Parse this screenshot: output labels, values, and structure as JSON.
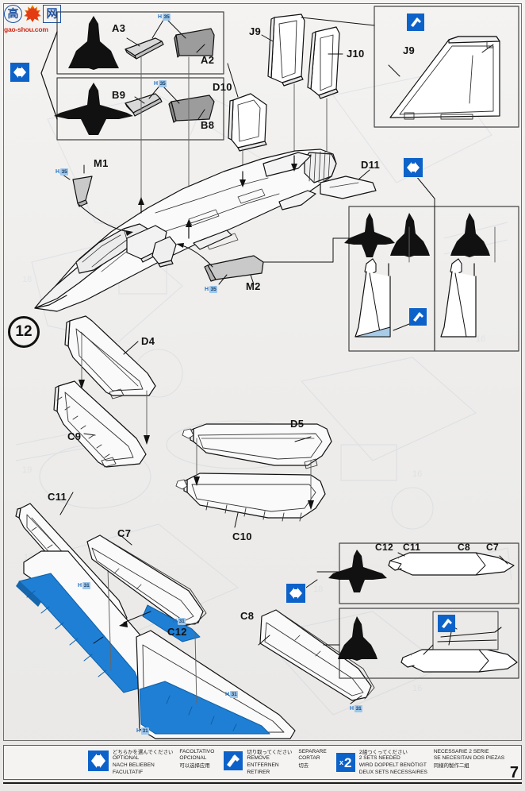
{
  "sheet": {
    "step_number": "12",
    "page_number": "7"
  },
  "watermark": {
    "char1": "高",
    "char2": "网",
    "url": "gao-shou.com"
  },
  "parts": {
    "a3": "A3",
    "a2": "A2",
    "b9": "B9",
    "b8": "B8",
    "j9_left": "J9",
    "j10": "J10",
    "j9_box": "J9",
    "d10": "D10",
    "d11": "D11",
    "m1": "M1",
    "m2": "M2",
    "d4": "D4",
    "c9": "C9",
    "d5": "D5",
    "c10": "C10",
    "c11_left": "C11",
    "c7": "C7",
    "c12": "C12",
    "c8": "C8",
    "box_c12": "C12",
    "box_c11": "C11",
    "box_c8": "C8",
    "box_c7": "C7"
  },
  "color_callouts": [
    {
      "id": "h35-a3",
      "prefix": "H",
      "num": "35"
    },
    {
      "id": "h35-b9",
      "prefix": "H",
      "num": "35"
    },
    {
      "id": "h35-m1",
      "prefix": "H",
      "num": "35"
    },
    {
      "id": "h35-m2",
      "prefix": "H",
      "num": "35"
    },
    {
      "id": "h31-c11",
      "prefix": "H",
      "num": "31"
    },
    {
      "id": "h31-c7a",
      "prefix": "H",
      "num": "31"
    },
    {
      "id": "h31-c7b",
      "prefix": "H",
      "num": "31"
    },
    {
      "id": "h31-c12",
      "prefix": "H",
      "num": "31"
    },
    {
      "id": "h31-c8",
      "prefix": "H",
      "num": "31"
    }
  ],
  "legend": {
    "optional": {
      "icon": "optional-double-arrow-icon",
      "col1_jp": "どちらかを選んでください",
      "col1_en": "OPTIONAL",
      "col1_de": "NACH BELIEBEN",
      "col1_fr": "FACULTATIF",
      "col2_it": "FACOLTATIVO",
      "col2_es": "OPCIONAL",
      "col2_zh": "可以选择应用"
    },
    "remove": {
      "icon": "cut-remove-icon",
      "col1_jp": "切り取ってください",
      "col1_en": "REMOVE",
      "col1_de": "ENTFERNEN",
      "col1_fr": "RETIRER",
      "col2_it": "SEPARARE",
      "col2_es": "CORTAR",
      "col2_zh": "切去"
    },
    "sets": {
      "icon": "x2-badge-icon",
      "badge_x": "x",
      "badge_n": "2",
      "col1_jp": "2組つくってください",
      "col1_en": "2 SETS NEEDED",
      "col1_de": "WIRD DOPPELT BENÖTIGT",
      "col1_fr": "DEUX SETS NECESSAIRES",
      "col2_it": "NECESSARIE 2 SERIE",
      "col2_es": "SE NECESITAN DOS PIEZAS",
      "col2_zh": "同樣的製作二組"
    }
  }
}
